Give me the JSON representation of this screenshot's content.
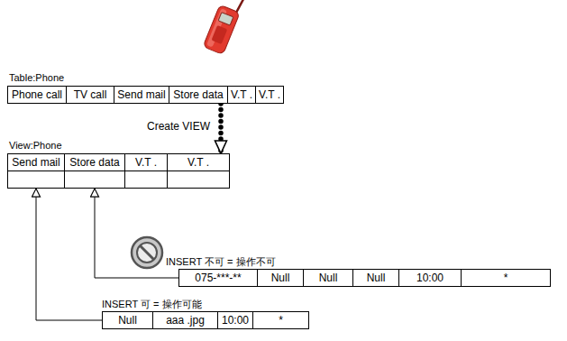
{
  "diagram": {
    "nodes": [
      {
        "text": [
          "Table:Phone"
        ]
      },
      {
        "text": [
          "Phone call"
        ],
        "in": 0
      },
      {
        "text": [
          "TV call"
        ],
        "in": 0
      },
      {
        "text": [
          "Send mail"
        ],
        "in": 0
      },
      {
        "text": [
          "Store data"
        ],
        "in": 0
      },
      {
        "text": [
          "V.T ."
        ],
        "in": 0
      },
      {
        "text": [
          "V.T ."
        ],
        "in": 0
      },
      {
        "text": [
          "View:Phone"
        ]
      },
      {
        "text": [
          "Send mail"
        ],
        "in": 7
      },
      {
        "text": [
          "Store data"
        ],
        "in": 7
      },
      {
        "text": [
          "V.T ."
        ],
        "in": 7
      },
      {
        "text": [
          "V.T ."
        ],
        "in": 7
      },
      {
        "text": [
          "INSERT 不可 = 操作不可"
        ]
      },
      {
        "text": [
          "075-***-**"
        ],
        "in": 12
      },
      {
        "text": [
          "Null"
        ],
        "in": 12
      },
      {
        "text": [
          "Null"
        ],
        "in": 12
      },
      {
        "text": [
          "Null"
        ],
        "in": 12
      },
      {
        "text": [
          "10:00"
        ],
        "in": 12
      },
      {
        "text": [
          "*"
        ],
        "in": 12
      },
      {
        "text": [
          "INSERT 可 = 操作可能"
        ]
      },
      {
        "text": [
          "Null"
        ],
        "in": 19
      },
      {
        "text": [
          "aaa .jpg"
        ],
        "in": 19
      },
      {
        "text": [
          "10:00"
        ],
        "in": 19
      },
      {
        "text": [
          "*"
        ],
        "in": 19
      }
    ],
    "edges": [
      {
        "from": 0,
        "to": 7,
        "label": "Create VIEW",
        "arrow": "to"
      },
      {
        "from": 12,
        "to": 7,
        "arrow": "to"
      },
      {
        "from": 19,
        "to": 7,
        "arrow": "to"
      }
    ]
  }
}
